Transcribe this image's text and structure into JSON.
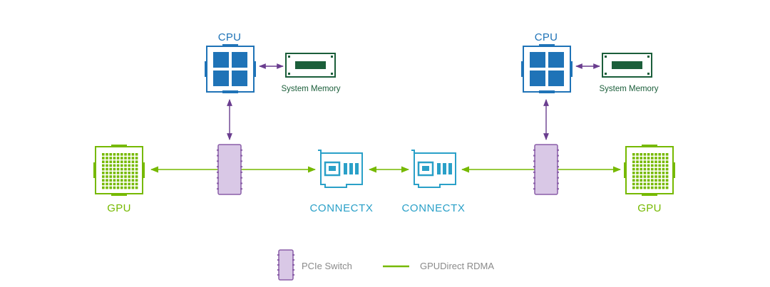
{
  "labels": {
    "cpu_left": "CPU",
    "cpu_right": "CPU",
    "memory_left": "System Memory",
    "memory_right": "System Memory",
    "gpu_left": "GPU",
    "gpu_right": "GPU",
    "connectx_left": "CONNECTX",
    "connectx_right": "CONNECTX"
  },
  "legend": {
    "pcie_switch": "PCIe Switch",
    "gpudirect_rdma": "GPUDirect RDMA"
  },
  "colors": {
    "cpu_blue": "#1f73b7",
    "connectx_teal": "#2aa0c8",
    "gpu_green": "#76b900",
    "memory_green": "#1b5e3a",
    "switch_fill": "#d9c8e6",
    "switch_stroke": "#8a5ea8",
    "pcie_link_purple": "#6a3d8f"
  }
}
